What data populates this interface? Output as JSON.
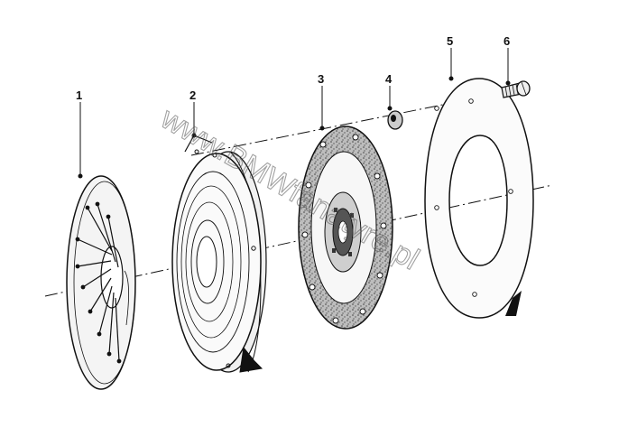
{
  "diagram": {
    "callouts": [
      {
        "id": "1",
        "label": "1"
      },
      {
        "id": "2",
        "label": "2"
      },
      {
        "id": "3",
        "label": "3"
      },
      {
        "id": "4",
        "label": "4"
      },
      {
        "id": "5",
        "label": "5"
      },
      {
        "id": "6",
        "label": "6"
      }
    ],
    "watermark": "www.BMWfanatyre.pl",
    "colors": {
      "ink": "#111111",
      "friction": "#888888",
      "paper": "#ffffff"
    }
  }
}
